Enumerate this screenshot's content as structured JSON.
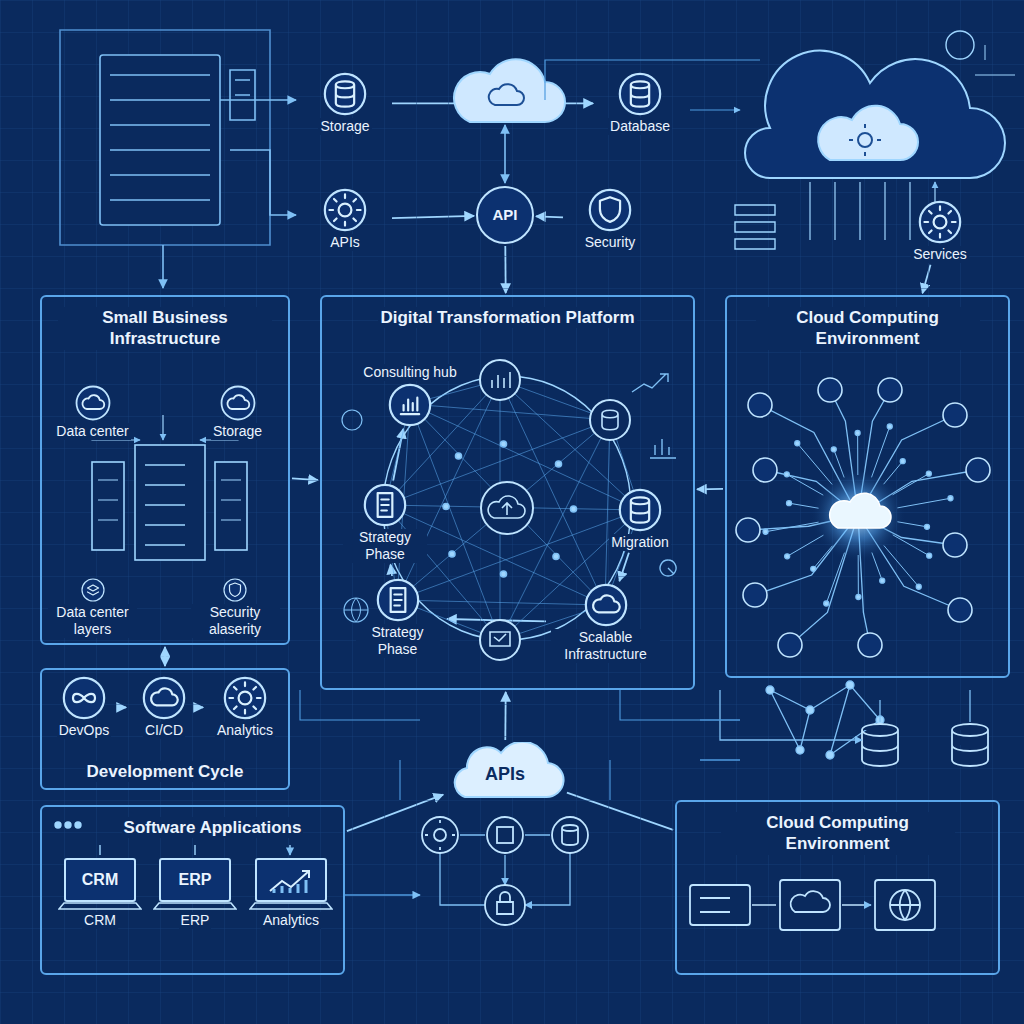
{
  "diagram": {
    "nodes": [
      {
        "text": [
          "Storage"
        ]
      },
      {
        "text": [
          "Database"
        ]
      },
      {
        "text": [
          "APIs"
        ]
      },
      {
        "text": [
          "API"
        ]
      },
      {
        "text": [
          "Security"
        ]
      },
      {
        "text": [
          "Services"
        ]
      },
      {
        "text": [
          "Small Business Infrastructure"
        ]
      },
      {
        "text": [
          "Data center"
        ],
        "in": 6
      },
      {
        "text": [
          "Storage"
        ],
        "in": 6
      },
      {
        "text": [
          "Data center layers"
        ],
        "in": 6
      },
      {
        "text": [
          "Security alaserity"
        ],
        "in": 6
      },
      {
        "text": [
          "Digital Transformation Platform"
        ]
      },
      {
        "text": [
          "Consulting hub"
        ],
        "in": 11
      },
      {
        "text": [
          "Strategy Phase"
        ],
        "in": 11
      },
      {
        "text": [
          "Migration"
        ],
        "in": 11
      },
      {
        "text": [
          "Strategy Phase"
        ],
        "in": 11
      },
      {
        "text": [
          "Scalable Infrastructure"
        ],
        "in": 11
      },
      {
        "text": [
          "Cloud Computing Environment"
        ]
      },
      {
        "text": [
          "Development Cycle"
        ]
      },
      {
        "text": [
          "DevOps"
        ],
        "in": 18
      },
      {
        "text": [
          "CI/CD"
        ],
        "in": 18
      },
      {
        "text": [
          "Analytics"
        ],
        "in": 18
      },
      {
        "text": [
          "Software Applications"
        ]
      },
      {
        "text": [
          "CRM",
          "CRM"
        ],
        "in": 22
      },
      {
        "text": [
          "ERP",
          "ERP"
        ],
        "in": 22
      },
      {
        "text": [
          "Analytics"
        ],
        "in": 22
      },
      {
        "text": [
          "APIs"
        ]
      },
      {
        "text": [
          "Cloud Computing Environment"
        ]
      }
    ],
    "edges": [
      {
        "from": 0,
        "to": 1,
        "arrow": "to"
      },
      {
        "from": 2,
        "to": 3,
        "arrow": "to"
      },
      {
        "from": 4,
        "to": 3,
        "arrow": "to"
      },
      {
        "from": 3,
        "to": 11,
        "arrow": "to"
      },
      {
        "from": 5,
        "to": 17,
        "arrow": "to"
      },
      {
        "from": 6,
        "to": 11,
        "arrow": "to"
      },
      {
        "from": 17,
        "to": 11,
        "arrow": "to"
      },
      {
        "from": 6,
        "to": 18,
        "arrow": "both"
      },
      {
        "from": 19,
        "to": 20,
        "arrow": "to"
      },
      {
        "from": 20,
        "to": 21,
        "arrow": "to"
      },
      {
        "from": 13,
        "to": 12,
        "arrow": "to"
      },
      {
        "from": 14,
        "to": 16,
        "arrow": "to"
      },
      {
        "from": 16,
        "to": 15,
        "arrow": "to"
      },
      {
        "from": 15,
        "to": 13,
        "arrow": "to"
      },
      {
        "from": 26,
        "to": 11,
        "arrow": "to"
      },
      {
        "from": 22,
        "to": 26,
        "arrow": "to"
      },
      {
        "from": 27,
        "to": 26,
        "arrow": "none"
      }
    ]
  }
}
